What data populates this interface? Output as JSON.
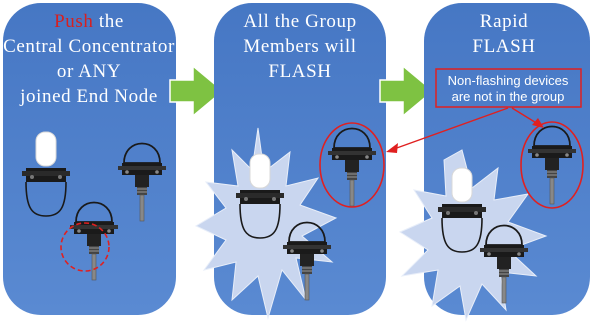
{
  "panels": [
    {
      "id": "push",
      "caption_lines": [
        {
          "parts": [
            {
              "text": "Push",
              "color": "#d62020"
            },
            {
              "text": " the",
              "color": "#ffffff"
            }
          ]
        },
        {
          "parts": [
            {
              "text": "Central Concentrator",
              "color": "#ffffff"
            }
          ]
        },
        {
          "parts": [
            {
              "text": "or ANY",
              "color": "#ffffff"
            }
          ]
        },
        {
          "parts": [
            {
              "text": "joined End Node",
              "color": "#ffffff"
            }
          ]
        }
      ]
    },
    {
      "id": "flash",
      "caption_lines": [
        {
          "parts": [
            {
              "text": "All the Group",
              "color": "#ffffff"
            }
          ]
        },
        {
          "parts": [
            {
              "text": "Members will",
              "color": "#ffffff"
            }
          ]
        },
        {
          "parts": [
            {
              "text": "FLASH",
              "color": "#ffffff"
            }
          ]
        }
      ]
    },
    {
      "id": "rapid",
      "caption_lines": [
        {
          "parts": [
            {
              "text": "Rapid",
              "color": "#ffffff"
            }
          ]
        },
        {
          "parts": [
            {
              "text": "FLASH",
              "color": "#ffffff"
            }
          ]
        }
      ]
    }
  ],
  "callout": {
    "line1": "Non-flashing devices",
    "line2": "are not in the group"
  },
  "colors": {
    "panel": "#4a7cc6",
    "panel_light": "#6a96d6",
    "arrow": "#7ec242",
    "highlight": "#e02020",
    "burst": "#c9d6ef",
    "device_dark": "#1a1a1a",
    "device_glass": "#ffffff"
  },
  "icons": [
    "right-arrow-icon",
    "pointer-arrow-icon",
    "pendant-light-icon",
    "sensor-node-icon",
    "flash-burst-icon"
  ]
}
